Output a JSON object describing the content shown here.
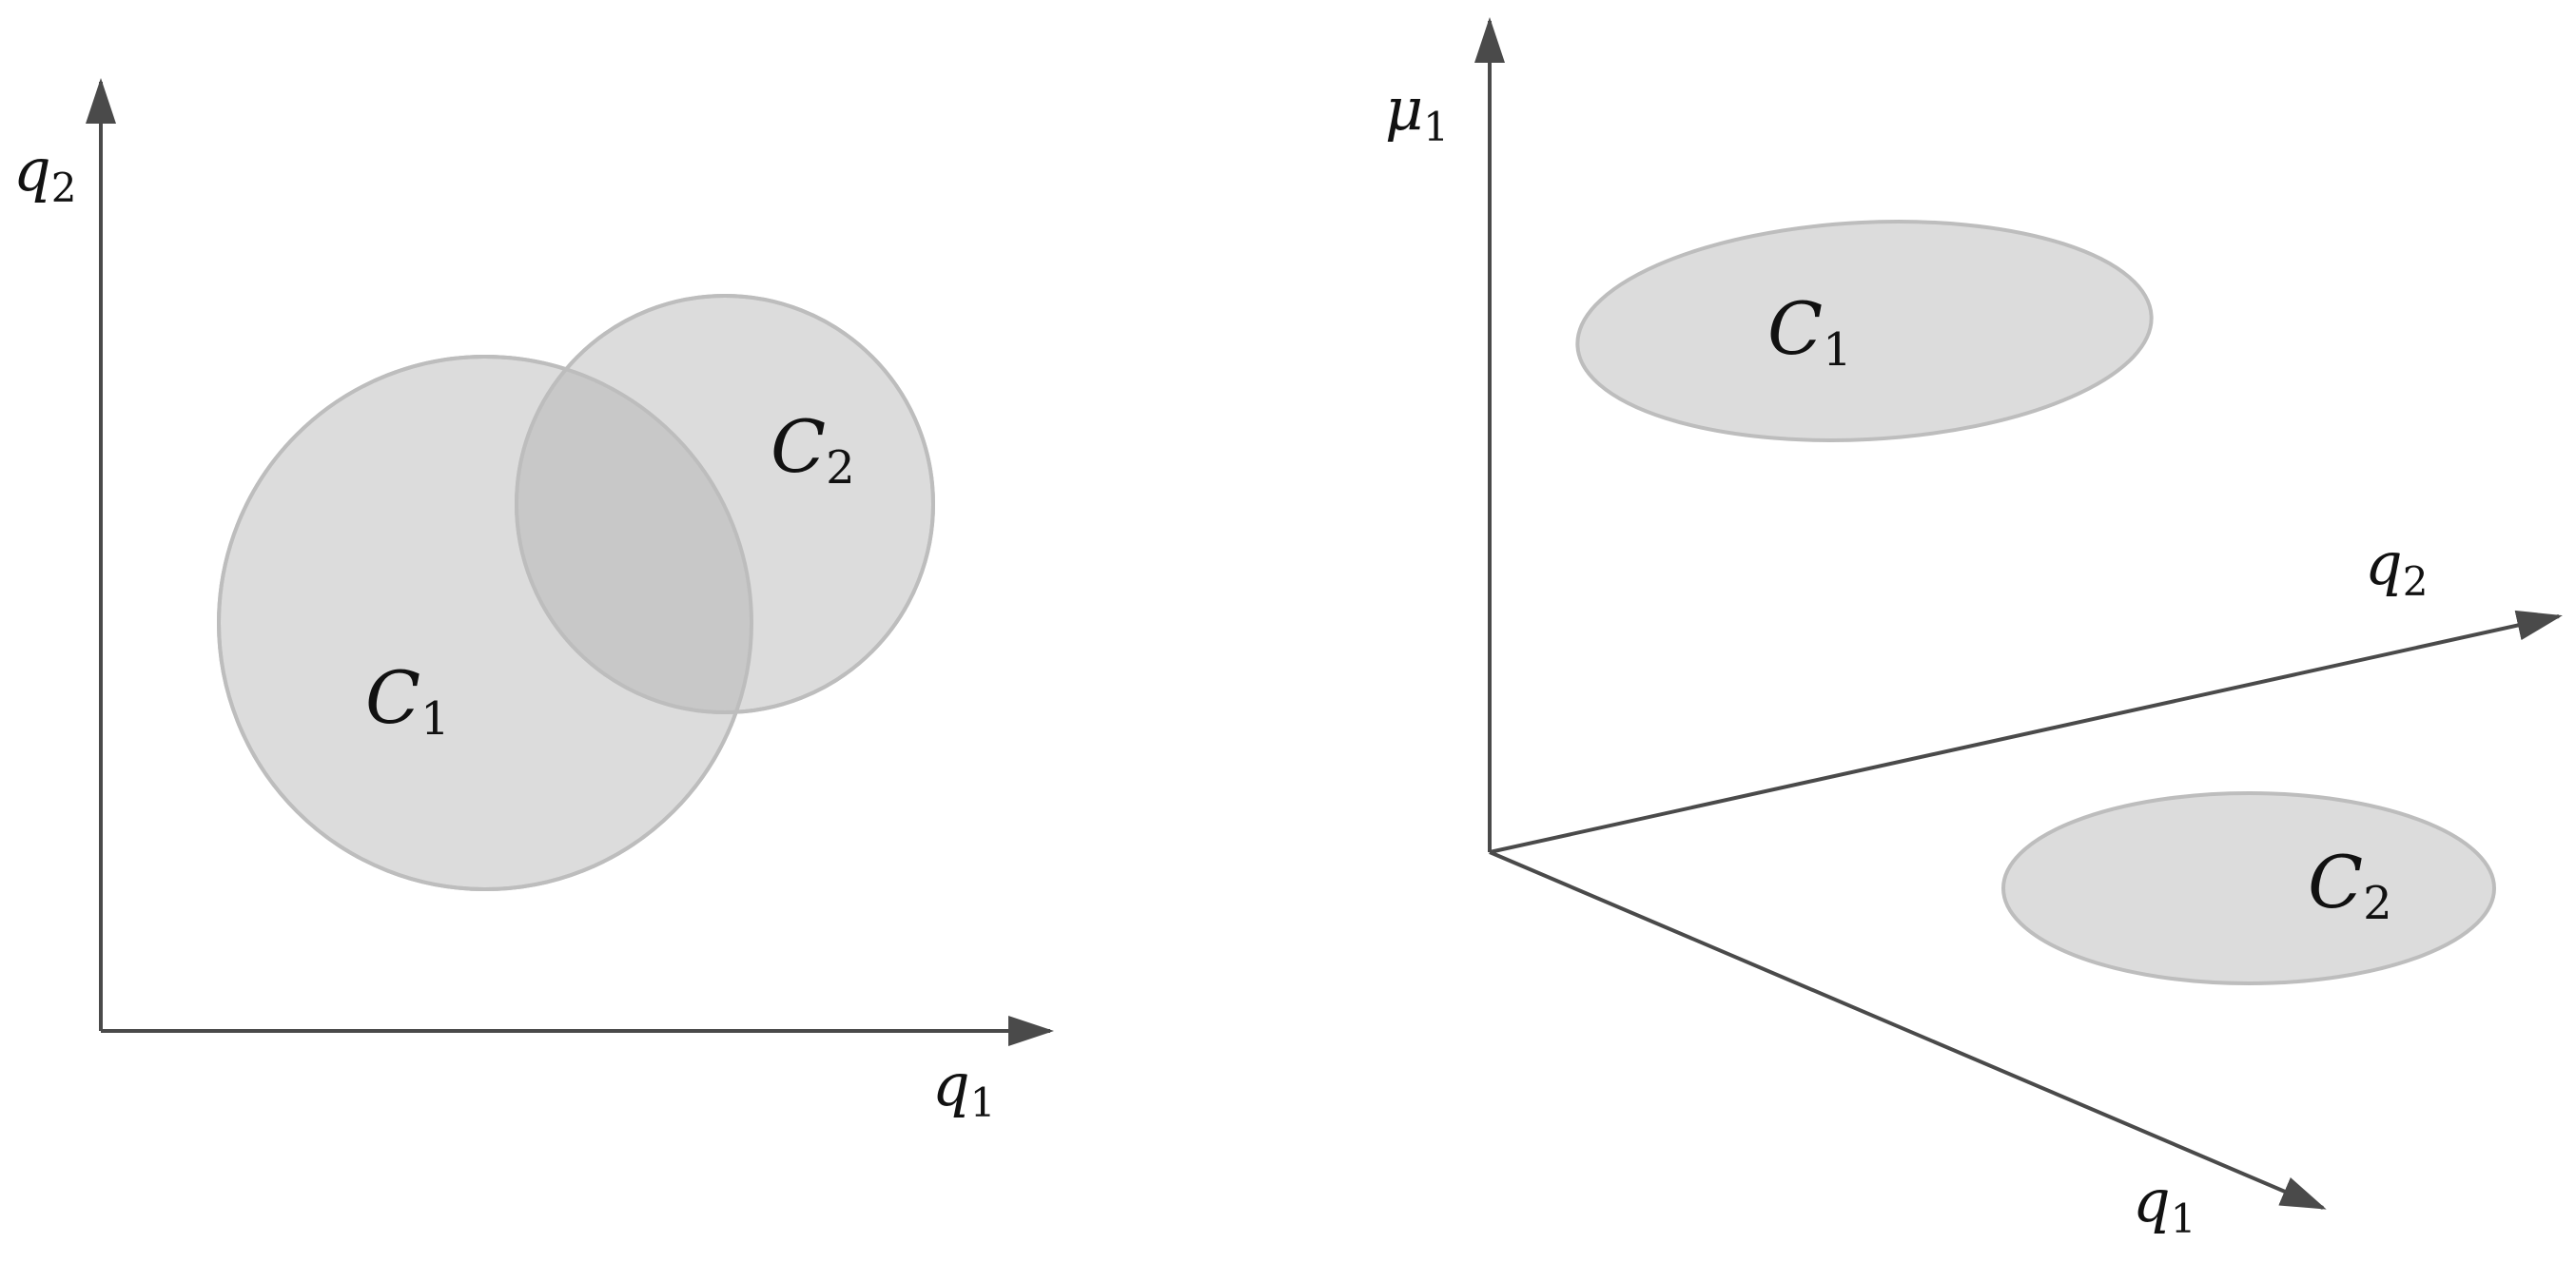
{
  "colors": {
    "axis": "#4a4a4a",
    "region_fill": "#dcdcdc",
    "region_stroke": "#bdbdbd",
    "overlap_fill": "#c8c8c8",
    "text": "#111111"
  },
  "left_panel": {
    "x_axis_label": {
      "base": "q",
      "sub": "1"
    },
    "y_axis_label": {
      "base": "q",
      "sub": "2"
    },
    "region_1_label": {
      "base": "C",
      "sub": "1"
    },
    "region_2_label": {
      "base": "C",
      "sub": "2"
    }
  },
  "right_panel": {
    "vertical_axis_label": {
      "base": "μ",
      "sub": "1"
    },
    "depth_axis_label": {
      "base": "q",
      "sub": "2"
    },
    "front_axis_label": {
      "base": "q",
      "sub": "1"
    },
    "region_1_label": {
      "base": "C",
      "sub": "1"
    },
    "region_2_label": {
      "base": "C",
      "sub": "2"
    }
  }
}
